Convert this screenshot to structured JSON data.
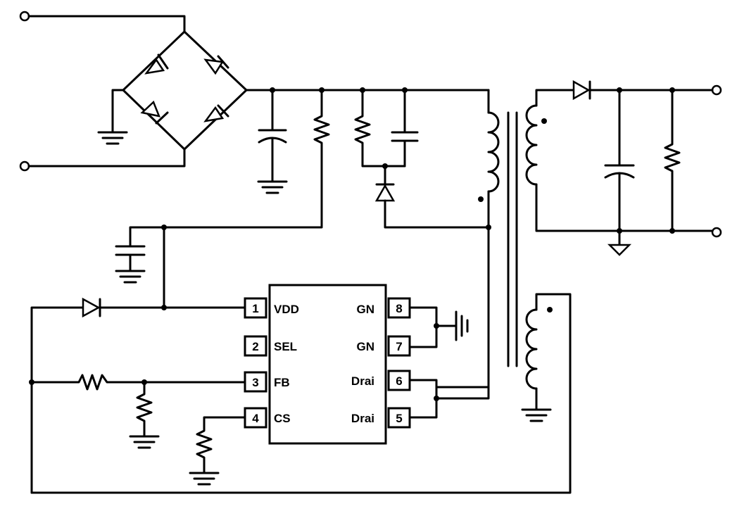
{
  "ic": {
    "pins": [
      {
        "number": "1",
        "label": "VDD"
      },
      {
        "number": "2",
        "label": "SEL"
      },
      {
        "number": "3",
        "label": "FB"
      },
      {
        "number": "4",
        "label": "CS"
      },
      {
        "number": "5",
        "label": "Drai"
      },
      {
        "number": "6",
        "label": "Drai"
      },
      {
        "number": "7",
        "label": "GN"
      },
      {
        "number": "8",
        "label": "GN"
      }
    ]
  }
}
